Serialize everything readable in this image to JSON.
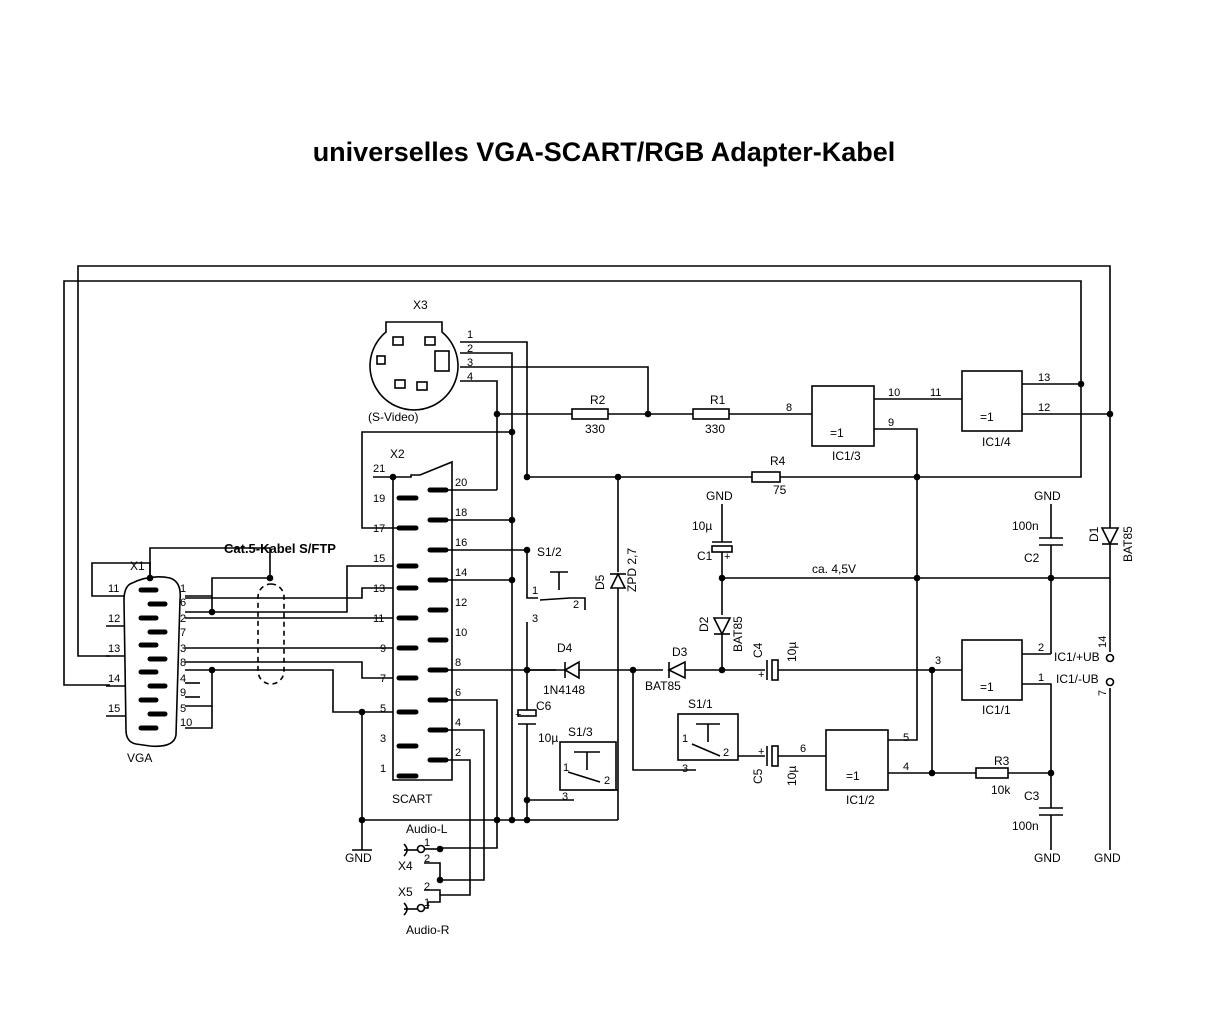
{
  "title": "universelles VGA-SCART/RGB Adapter-Kabel",
  "labels": {
    "x3": "X3",
    "svideo": "(S-Video)",
    "x2": "X2",
    "scart": "SCART",
    "x1": "X1",
    "vga": "VGA",
    "cable": "Cat.5-Kabel S/FTP",
    "r1": "R1",
    "r1v": "330",
    "r2": "R2",
    "r2v": "330",
    "r3": "R3",
    "r3v": "10k",
    "r4": "R4",
    "r4v": "75",
    "c1": "C1",
    "c1v": "10µ",
    "c2": "C2",
    "c2v": "100n",
    "c3": "C3",
    "c3v": "100n",
    "c4": "C4",
    "c4v": "10µ",
    "c5": "C5",
    "c5v": "10µ",
    "c6": "C6",
    "c6v": "10µ",
    "d1": "D1",
    "d1v": "BAT85",
    "d2": "D2",
    "d2v": "BAT85",
    "d3": "D3",
    "d3v": "BAT85",
    "d4": "D4",
    "d4v": "1N4148",
    "d5": "D5",
    "d5v": "ZPD 2,7",
    "s11": "S1/1",
    "s12": "S1/2",
    "s13": "S1/3",
    "ic11": "IC1/1",
    "ic12": "IC1/2",
    "ic13": "IC1/3",
    "ic14": "IC1/4",
    "xor": "=1",
    "gnd": "GND",
    "vref": "ca. 4,5V",
    "ubp": "IC1/+UB",
    "ubm": "IC1/-UB",
    "audl": "Audio-L",
    "audr": "Audio-R",
    "x4": "X4",
    "x5": "X5"
  }
}
